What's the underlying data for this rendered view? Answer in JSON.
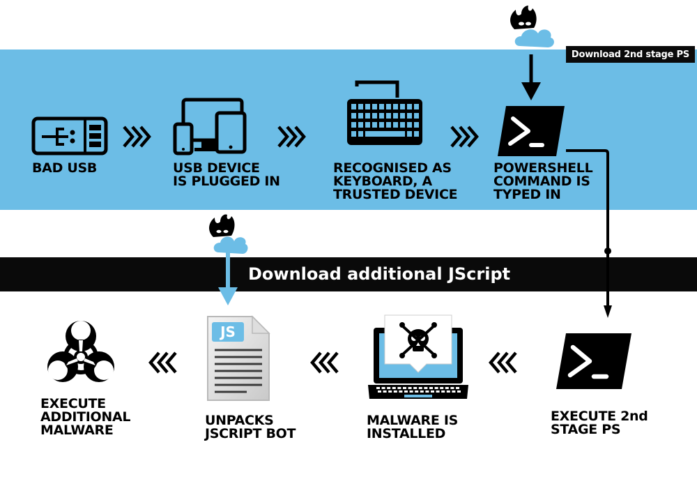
{
  "colors": {
    "blue_band": "#6cbde6",
    "black_bar": "#0a0a0a",
    "cloud": "#6cbde6",
    "icon": "#000000"
  },
  "top_tag": "Download 2nd stage PS",
  "bar_title": "Download additional JScript",
  "steps": {
    "bad_usb": {
      "icon": "usb-stick-icon",
      "lines": [
        "BAD USB"
      ]
    },
    "usb_plugged": {
      "icon": "devices-icon",
      "lines": [
        "USB DEVICE",
        "IS PLUGGED IN"
      ]
    },
    "keyboard": {
      "icon": "keyboard-icon",
      "lines": [
        "RECOGNISED AS",
        "KEYBOARD, A",
        "TRUSTED DEVICE"
      ]
    },
    "powershell": {
      "icon": "powershell-icon",
      "lines": [
        "POWERSHELL",
        "COMMAND IS",
        "TYPED IN"
      ]
    },
    "execute_ps": {
      "icon": "powershell-icon",
      "lines": [
        "EXECUTE 2nd",
        "STAGE PS"
      ]
    },
    "malware_installed": {
      "icon": "infected-laptop-icon",
      "lines": [
        "MALWARE IS",
        "INSTALLED"
      ]
    },
    "unpacks_bot": {
      "icon": "js-file-icon",
      "lines": [
        "UNPACKS",
        "JSCRIPT BOT"
      ],
      "file_badge": "JS"
    },
    "execute_malware": {
      "icon": "biohazard-icon",
      "lines": [
        "EXECUTE",
        "ADDITIONAL",
        "MALWARE"
      ]
    }
  }
}
